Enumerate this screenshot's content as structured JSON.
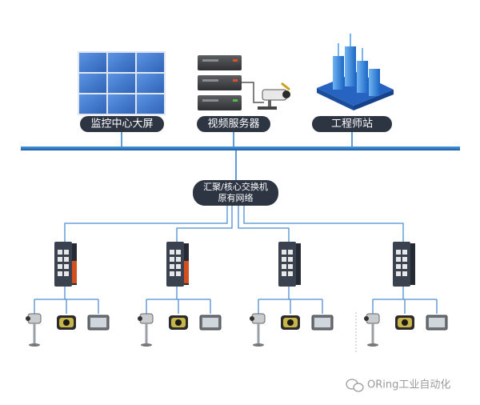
{
  "top_nodes": [
    {
      "id": "video-wall",
      "label": "监控中心大屏",
      "icon": "video-wall-icon"
    },
    {
      "id": "video-server",
      "label": "视频服务器",
      "icon": "server-rack-icon"
    },
    {
      "id": "engineer-station",
      "label": "工程师站",
      "icon": "workstation-3d-icon"
    }
  ],
  "core_switch": {
    "line1": "汇聚/核心交换机",
    "line2": "原有网络",
    "icon": "core-switch-icon"
  },
  "access_switches": [
    {
      "id": "sw1",
      "icon": "industrial-switch-icon"
    },
    {
      "id": "sw2",
      "icon": "industrial-switch-icon"
    },
    {
      "id": "sw3",
      "icon": "industrial-switch-icon"
    },
    {
      "id": "sw4",
      "icon": "industrial-switch-icon"
    }
  ],
  "endpoint_devices": [
    "bullet-camera-icon",
    "dome-camera-icon",
    "monitor-terminal-icon"
  ],
  "watermark": {
    "text": "ORing工业自动化",
    "icon": "wechat-icon"
  },
  "colors": {
    "backbone": "#2a78c2",
    "link": "#4a8fd0",
    "pill_bg": "#2d3442",
    "switch_body": "#3a4250",
    "switch_accent": "#d2501e",
    "screen_blue": "#3f78cf"
  }
}
